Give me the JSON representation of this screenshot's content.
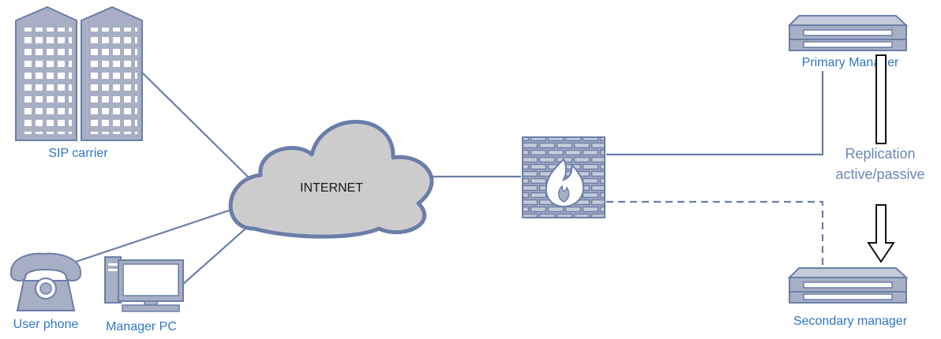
{
  "labels": {
    "sip_carrier": "SIP carrier",
    "internet": "INTERNET",
    "user_phone": "User phone",
    "manager_pc": "Manager PC",
    "primary_manager": "Primary Manager",
    "secondary_manager": "Secondary manager",
    "replication_line1": "Replication",
    "replication_line2": "active/passive"
  },
  "colors": {
    "link": "#6b7ea9",
    "device_fill": "#a7afc4",
    "device_dark": "#6b7ea9",
    "cloud_fill": "#cccccc",
    "label_blue": "#2f76c2",
    "internet_text": "#1a1a1a",
    "replication_text": "#6c87b5"
  },
  "icons": [
    "building-icon",
    "cloud-icon",
    "firewall-icon",
    "server-icon",
    "telephone-icon",
    "computer-icon",
    "replication-arrow-icon"
  ]
}
